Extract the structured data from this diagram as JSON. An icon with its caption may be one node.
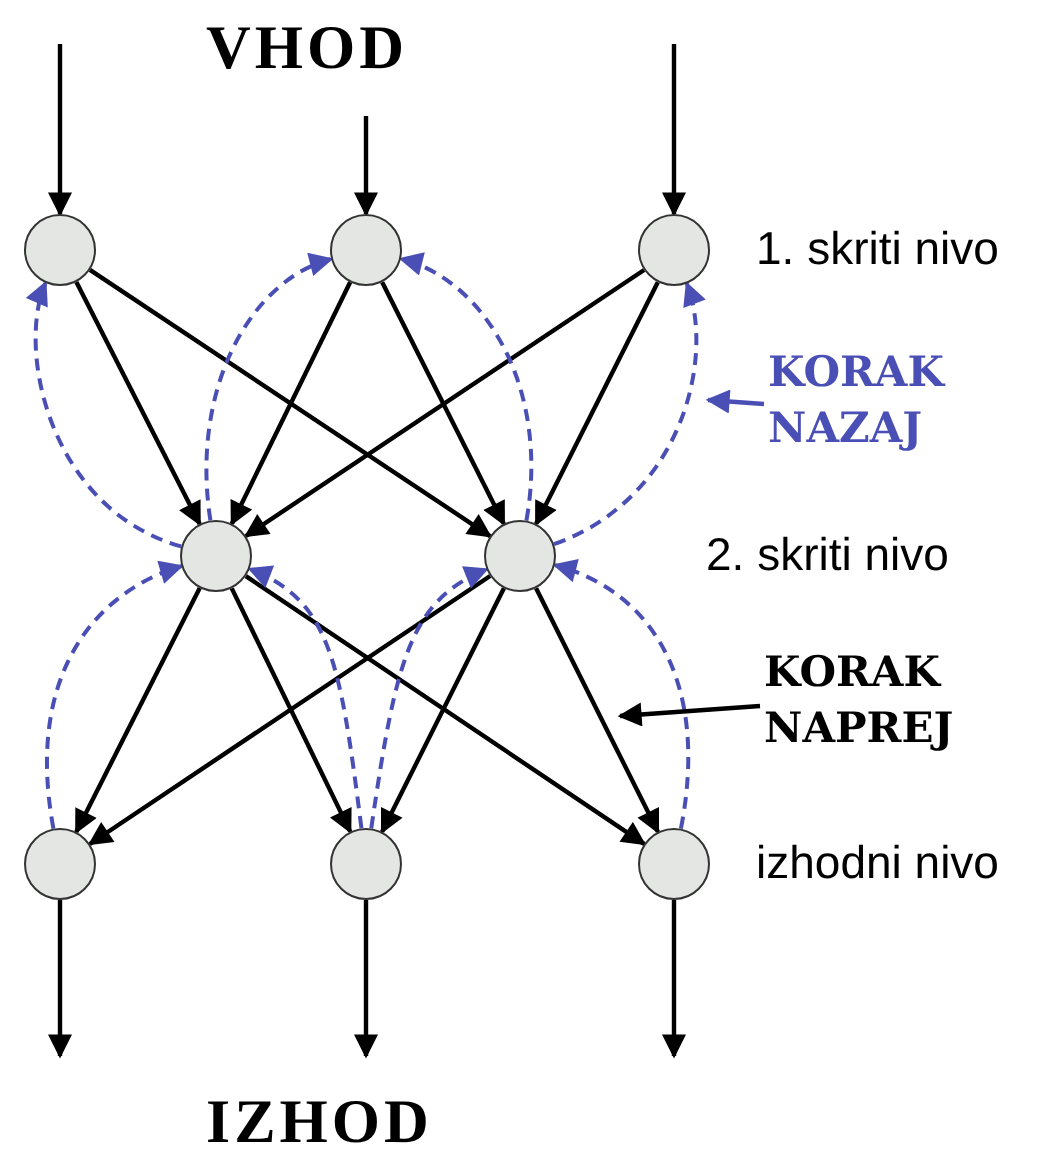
{
  "diagram": {
    "nodes": [
      {
        "text": [],
        "shape": "circle"
      },
      {
        "text": [],
        "shape": "circle"
      },
      {
        "text": [],
        "shape": "circle"
      },
      {
        "text": [],
        "shape": "circle"
      },
      {
        "text": [],
        "shape": "circle"
      },
      {
        "text": [],
        "shape": "circle"
      },
      {
        "text": [],
        "shape": "circle"
      },
      {
        "text": [],
        "shape": "circle"
      },
      {
        "text": [
          "KORAK NAZAJ"
        ]
      },
      {
        "text": [
          "KORAK NAPREJ"
        ]
      }
    ],
    "edges": [
      {
        "from": null,
        "to": 0,
        "arrow": "to"
      },
      {
        "from": null,
        "to": 1,
        "arrow": "to"
      },
      {
        "from": null,
        "to": 2,
        "arrow": "to"
      },
      {
        "from": 0,
        "to": 3,
        "arrow": "to"
      },
      {
        "from": 0,
        "to": 4,
        "arrow": "to"
      },
      {
        "from": 1,
        "to": 3,
        "arrow": "to"
      },
      {
        "from": 1,
        "to": 4,
        "arrow": "to"
      },
      {
        "from": 2,
        "to": 3,
        "arrow": "to"
      },
      {
        "from": 2,
        "to": 4,
        "arrow": "to"
      },
      {
        "from": 3,
        "to": 5,
        "arrow": "to"
      },
      {
        "from": 3,
        "to": 6,
        "arrow": "to"
      },
      {
        "from": 3,
        "to": 7,
        "arrow": "to"
      },
      {
        "from": 4,
        "to": 5,
        "arrow": "to"
      },
      {
        "from": 4,
        "to": 6,
        "arrow": "to"
      },
      {
        "from": 4,
        "to": 7,
        "arrow": "to"
      },
      {
        "from": 5,
        "to": null,
        "arrow": "to"
      },
      {
        "from": 6,
        "to": null,
        "arrow": "to"
      },
      {
        "from": 7,
        "to": null,
        "arrow": "to"
      },
      {
        "from": 3,
        "to": 0,
        "arrow": "to",
        "style": "dashed",
        "color": "#4a4fb5"
      },
      {
        "from": 3,
        "to": 1,
        "arrow": "to",
        "style": "dashed",
        "color": "#4a4fb5"
      },
      {
        "from": 4,
        "to": 1,
        "arrow": "to",
        "style": "dashed",
        "color": "#4a4fb5"
      },
      {
        "from": 4,
        "to": 2,
        "arrow": "to",
        "style": "dashed",
        "color": "#4a4fb5"
      },
      {
        "from": 5,
        "to": 3,
        "arrow": "to",
        "style": "dashed",
        "color": "#4a4fb5"
      },
      {
        "from": 6,
        "to": 3,
        "arrow": "to",
        "style": "dashed",
        "color": "#4a4fb5"
      },
      {
        "from": 6,
        "to": 4,
        "arrow": "to",
        "style": "dashed",
        "color": "#4a4fb5"
      },
      {
        "from": 7,
        "to": 4,
        "arrow": "to",
        "style": "dashed",
        "color": "#4a4fb5"
      },
      {
        "from": 8,
        "to": null,
        "arrow": "to",
        "color": "#4a4fb5"
      },
      {
        "from": 9,
        "to": null,
        "arrow": "to"
      }
    ],
    "labels": [
      "VHOD",
      "1. skriti nivo",
      "2. skriti nivo",
      "izhodni nivo",
      "IZHOD"
    ]
  }
}
